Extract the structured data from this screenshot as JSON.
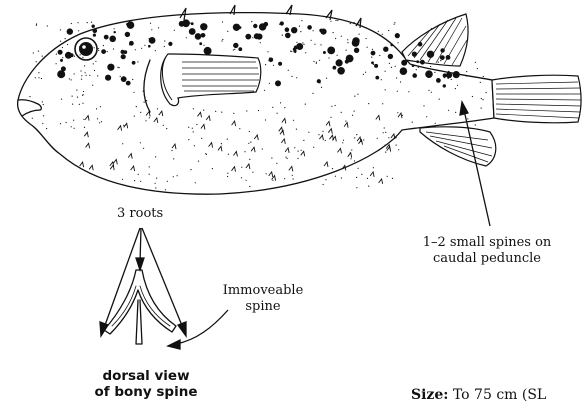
{
  "labels": {
    "roots": "3 roots",
    "immoveable_line1": "Immoveable",
    "immoveable_line2": "spine",
    "peduncle_line1": "1–2 small spines on",
    "peduncle_line2": "caudal peduncle",
    "dorsal_line1": "dorsal view",
    "dorsal_line2": "of bony spine",
    "size_label": "Size:",
    "size_value": "To 75 cm (SL"
  },
  "illustration": {
    "subject": "porcupinefish",
    "style": "stippled line drawing",
    "ink_color": "#111111",
    "background_color": "#ffffff"
  }
}
